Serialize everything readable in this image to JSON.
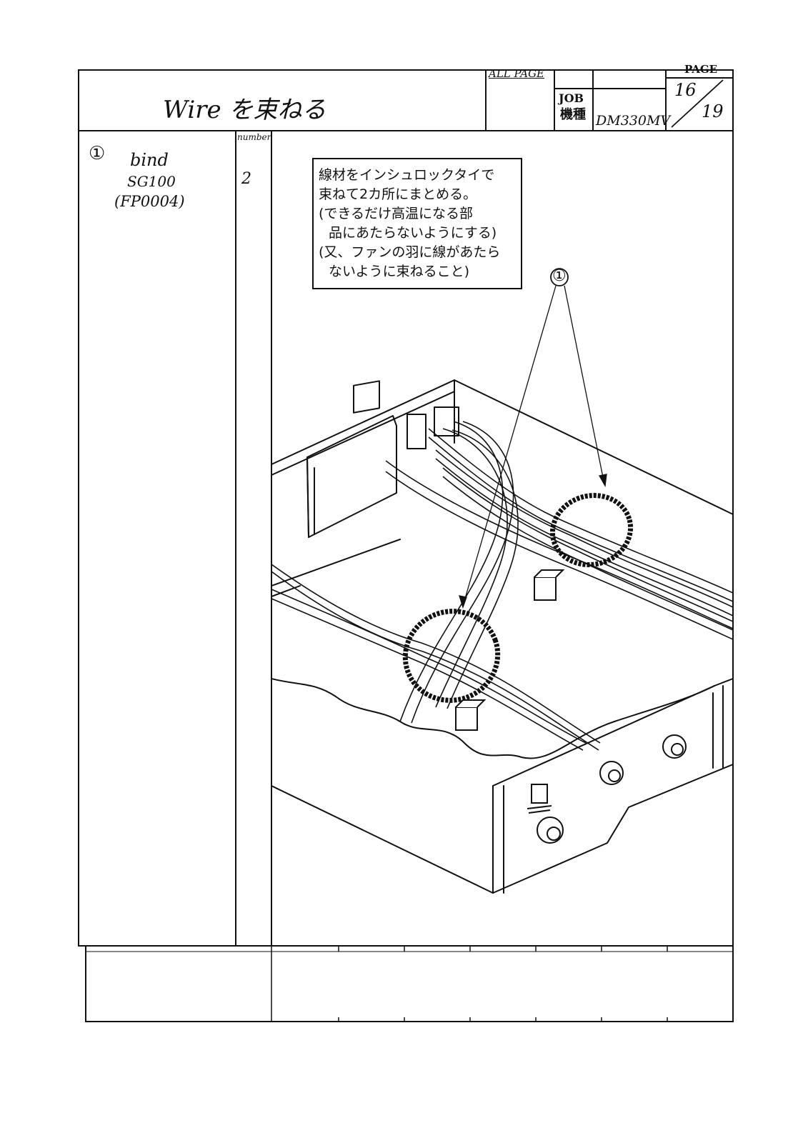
{
  "header": {
    "title": "Wire を束ねる",
    "all_page_label": "ALL PAGE",
    "job_label": "JOB",
    "job_value": "",
    "model_label": "機種",
    "model_value": "DM330MV",
    "page_label": "PAGE",
    "page_current": "16",
    "page_total": "19"
  },
  "parts": {
    "number_header": "number",
    "items": [
      {
        "marker": "①",
        "name": "bind",
        "code": "SG100",
        "part_no": "(FP0004)",
        "quantity": "2"
      }
    ]
  },
  "instruction": {
    "lines": [
      "線材をインシュロックタイで",
      "束ねて2カ所にまとめる。",
      "(できるだけ高温になる部",
      "品にあたらないようにする)",
      "(又、ファンの羽に線があたら",
      "ないように束ねること)"
    ]
  },
  "callout": {
    "marker": "①"
  },
  "icons": {
    "tie": "cable-tie-icon",
    "knob": "knob-icon",
    "switch": "toggle-switch-icon"
  }
}
